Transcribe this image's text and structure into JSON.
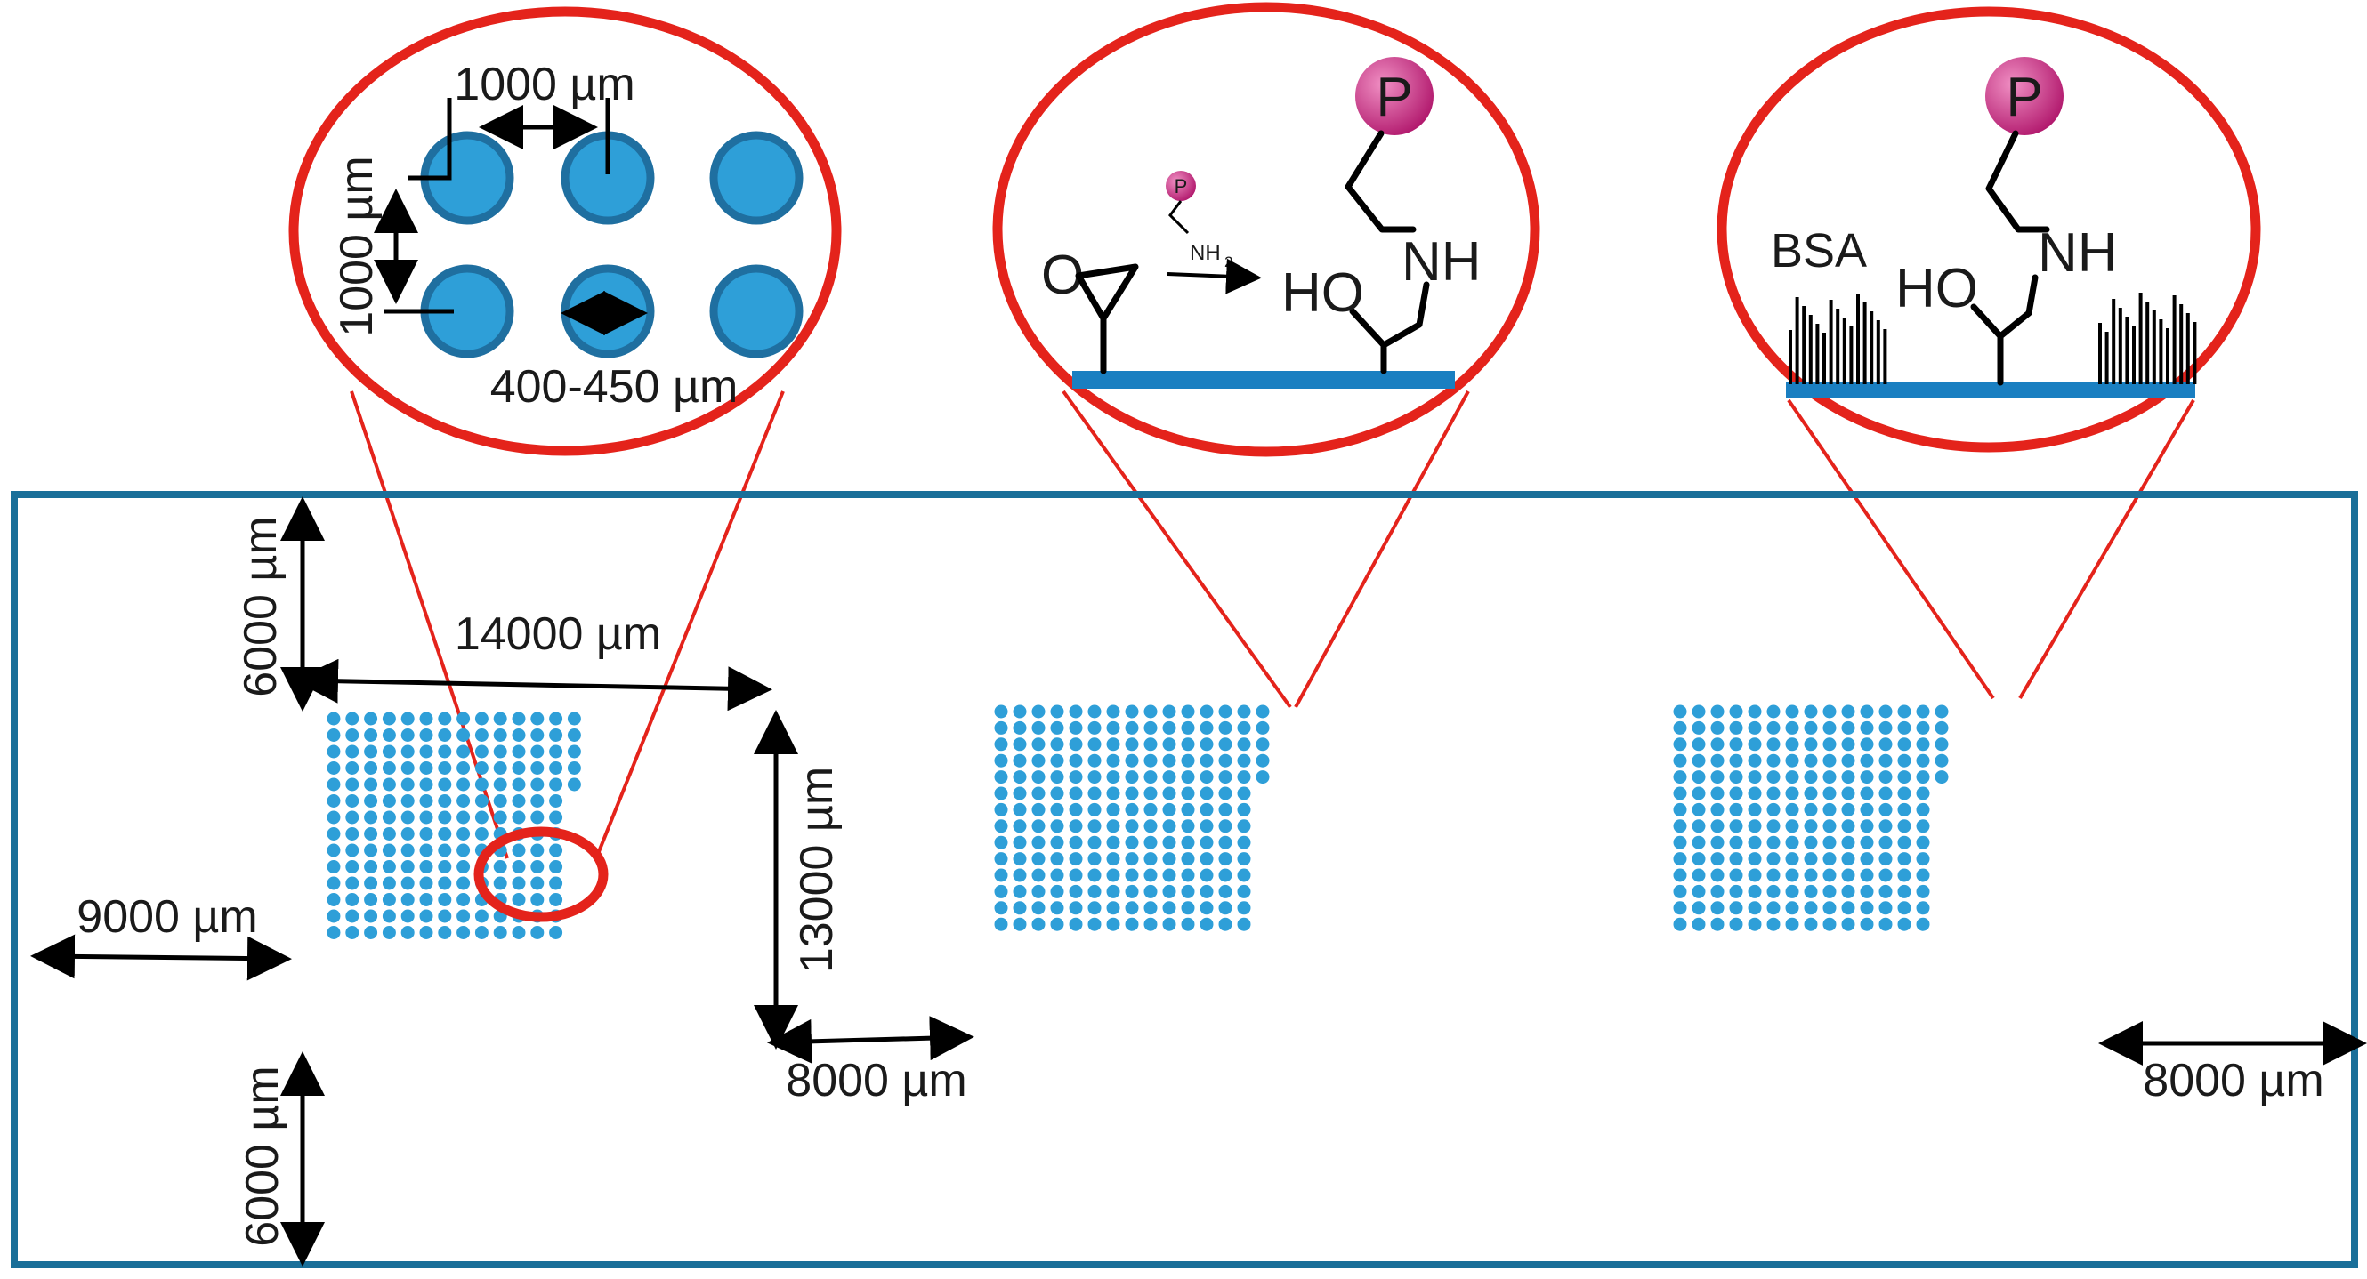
{
  "colors": {
    "spot": "#2e9fd8",
    "spot_stroke": "#1f6fa0",
    "frame": "#1a6f99",
    "zoom": "#e4231b",
    "surface": "#1a7fc1",
    "probe": "#d6338f"
  },
  "slide": {
    "margin_top_label": "6000 µm",
    "array_width_label": "14000 µm",
    "array_height_label": "13000 µm",
    "margin_left_label": "9000 µm",
    "array_gap_label": "8000 µm",
    "margin_right_label": "8000 µm",
    "margin_bottom_label": "6000 µm",
    "arrays": [
      {
        "rows": 14,
        "cols": 14,
        "pattern": "missing-right-column-bottom"
      },
      {
        "rows": 14,
        "cols": 15,
        "pattern": "missing-right-column-bottom"
      },
      {
        "rows": 14,
        "cols": 15,
        "pattern": "missing-right-column-bottom"
      }
    ]
  },
  "zoom_spots": {
    "pitch_horizontal_label": "1000 µm",
    "pitch_vertical_label": "1000 µm",
    "diameter_label": "400-450 µm"
  },
  "zoom_chemistry": {
    "epoxide_o": "O",
    "probe_letter": "P",
    "amine_label": "NH",
    "amine_sub": "2",
    "ho_label": "HO",
    "nh_label": "NH"
  },
  "zoom_blocking": {
    "bsa_label": "BSA",
    "probe_letter": "P",
    "ho_label": "HO",
    "nh_label": "NH"
  }
}
